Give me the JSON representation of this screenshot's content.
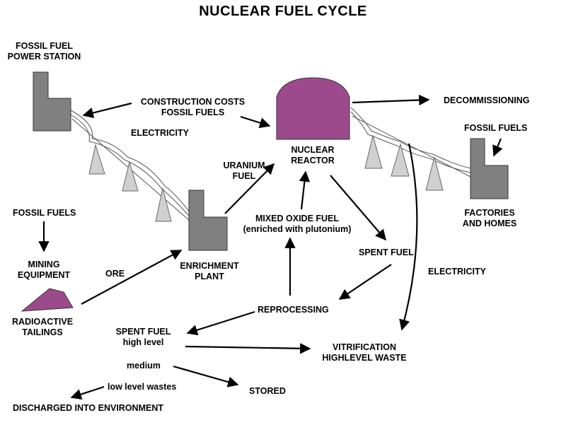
{
  "title": "NUCLEAR FUEL CYCLE",
  "labels": {
    "fossil_power_station": [
      "FOSSIL FUEL",
      "POWER STATION"
    ],
    "construction_costs": [
      "CONSTRUCTION COSTS",
      "FOSSIL FUELS"
    ],
    "electricity_top": "ELECTRICITY",
    "nuclear_reactor": [
      "NUCLEAR",
      "REACTOR"
    ],
    "decommissioning": "DECOMMISSIONING",
    "fossil_fuels_right": "FOSSIL FUELS",
    "factories_homes": [
      "FACTORIES",
      "AND HOMES"
    ],
    "uranium_fuel": [
      "URANIUM",
      "FUEL"
    ],
    "mixed_oxide_fuel": [
      "MIXED OXIDE FUEL",
      "(enriched with plutonium)"
    ],
    "spent_fuel_right": "SPENT FUEL",
    "electricity_right": "ELECTRICITY",
    "fossil_fuels_left": "FOSSIL FUELS",
    "mining_equipment": [
      "MINING",
      "EQUIPMENT"
    ],
    "ore": "ORE",
    "enrichment_plant": [
      "ENRICHMENT",
      "PLANT"
    ],
    "radioactive_tailings": [
      "RADIOACTIVE",
      "TAILINGS"
    ],
    "reprocessing": "REPROCESSING",
    "spent_fuel_left": [
      "SPENT FUEL",
      "high level"
    ],
    "vitrification": [
      "VITRIFICATION",
      "HIGHLEVEL WASTE"
    ],
    "medium": "medium",
    "low_level_wastes": "low level wastes",
    "stored": "STORED",
    "discharged": "DISCHARGED INTO ENVIRONMENT"
  },
  "colors": {
    "building": "#808080",
    "reactor": "#9c4a8c",
    "pylon": "#d0d0d0",
    "arrow": "#000000"
  }
}
